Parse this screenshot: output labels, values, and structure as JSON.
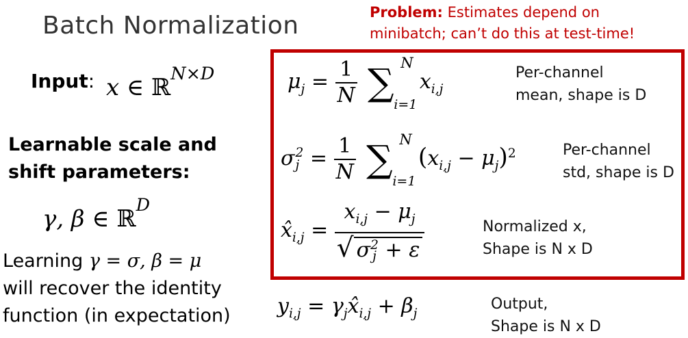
{
  "title": "Batch Normalization",
  "problem": {
    "bold": "Problem:",
    "line1_rest": "Estimates depend on",
    "line2": "minibatch; can’t do this at test-time!"
  },
  "input": {
    "label": "Input",
    "colon": ":",
    "x": "x",
    "in": "∈",
    "real": "ℝ",
    "dims": "N×D"
  },
  "learnable": {
    "line1": "Learnable scale and",
    "line2": "shift parameters:",
    "params": "γ, β",
    "in": "∈",
    "real": "ℝ",
    "dim": "D"
  },
  "learning_note": {
    "prefix": "Learning ",
    "eq": "γ = σ, β = μ",
    "line2": "will recover the identity",
    "line3": "function (in expectation)"
  },
  "equations": {
    "mean": {
      "lhs": "μ",
      "lhs_sub": "j",
      "eq": "=",
      "num": "1",
      "den": "N",
      "sum_top": "N",
      "sum_bot": "i=1",
      "term": "x",
      "term_sub": "i,j"
    },
    "var": {
      "lhs": "σ",
      "lhs_sub": "j",
      "lhs_sup": "2",
      "eq": "=",
      "num": "1",
      "den": "N",
      "sum_top": "N",
      "sum_bot": "i=1",
      "term_open": "(",
      "x": "x",
      "x_sub": "i,j",
      "minus": " − ",
      "mu": "μ",
      "mu_sub": "j",
      "term_close": ")",
      "sq": "2"
    },
    "norm": {
      "lhs": "x̂",
      "lhs_sub": "i,j",
      "eq": "=",
      "num_x": "x",
      "num_x_sub": "i,j",
      "num_minus": " − ",
      "num_mu": "μ",
      "num_mu_sub": "j",
      "den_sigma": "σ",
      "den_sub": "j",
      "den_sup": "2",
      "den_plus": " + ",
      "den_eps": "ε"
    },
    "out": {
      "lhs": "y",
      "lhs_sub": "i,j",
      "eq": "=",
      "gamma": "γ",
      "gamma_sub": "j",
      "xhat": "x̂",
      "xhat_sub": "i,j",
      "plus": " + ",
      "beta": "β",
      "beta_sub": "j"
    }
  },
  "descriptions": {
    "mean": [
      "Per-channel",
      "mean, shape is D"
    ],
    "std": [
      "Per-channel",
      "std, shape is D"
    ],
    "norm": [
      "Normalized x,",
      "Shape is N x D"
    ],
    "out": [
      "Output,",
      "Shape is N x D"
    ]
  },
  "colors": {
    "accent": "#c00000",
    "title": "#333333"
  }
}
